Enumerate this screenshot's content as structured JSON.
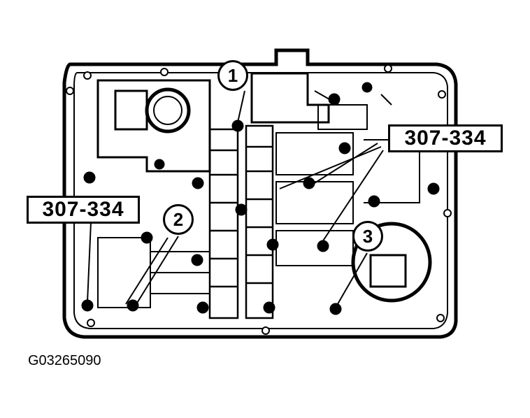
{
  "callouts": [
    "1",
    "2",
    "3"
  ],
  "tool_labels": [
    "307-334",
    "307-334"
  ],
  "figure_id": "G03265090"
}
